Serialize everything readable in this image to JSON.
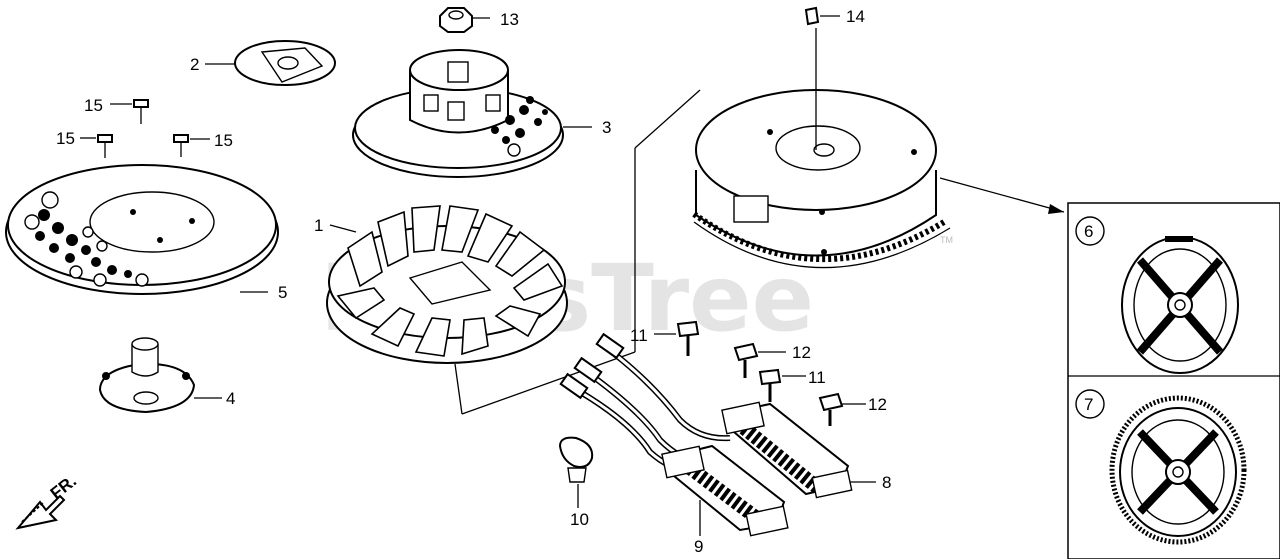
{
  "watermark": "PartsTree",
  "trademark": "TM",
  "front_indicator": "FR.",
  "callouts": {
    "c1": "1",
    "c2": "2",
    "c3": "3",
    "c4": "4",
    "c5": "5",
    "c6": "6",
    "c7": "7",
    "c8": "8",
    "c9": "9",
    "c10": "10",
    "c11a": "11",
    "c11b": "11",
    "c12a": "12",
    "c12b": "12",
    "c13": "13",
    "c14": "14",
    "c15a": "15",
    "c15b": "15",
    "c15c": "15"
  }
}
